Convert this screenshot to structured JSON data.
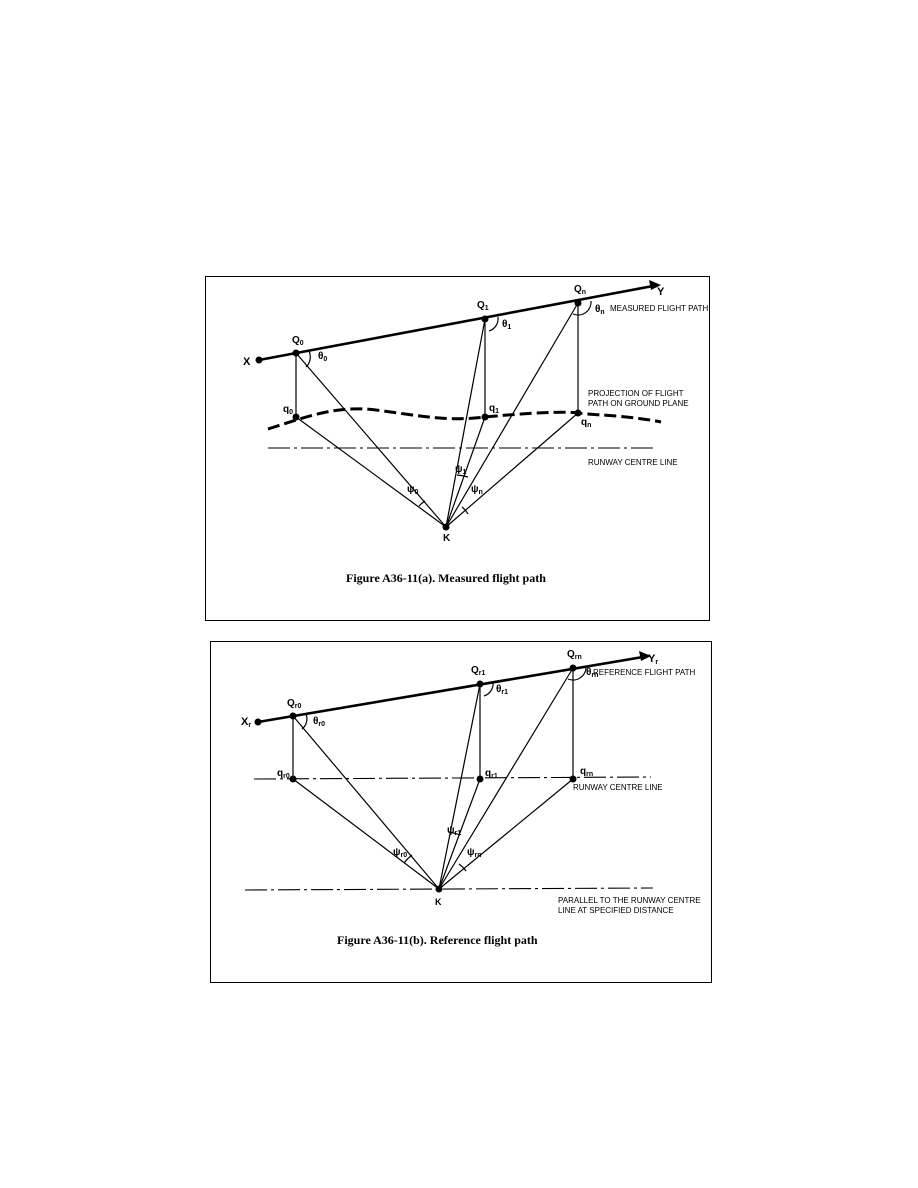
{
  "figure_a": {
    "caption": "Figure A36-11(a).  Measured flight path",
    "points": {
      "X": "X",
      "Y": "Y",
      "K": "K",
      "Q0": {
        "main": "Q",
        "sub": "0"
      },
      "Q1": {
        "main": "Q",
        "sub": "1"
      },
      "Qn": {
        "main": "Q",
        "sub": "n"
      },
      "q0": {
        "main": "q",
        "sub": "0"
      },
      "q1": {
        "main": "q",
        "sub": "1"
      },
      "qn": {
        "main": "q",
        "sub": "n"
      }
    },
    "angles": {
      "theta0": {
        "main": "θ",
        "sub": "0"
      },
      "theta1": {
        "main": "θ",
        "sub": "1"
      },
      "thetan": {
        "main": "θ",
        "sub": "n"
      },
      "psi0": {
        "main": "ψ",
        "sub": "0"
      },
      "psi1": {
        "main": "ψ",
        "sub": "1"
      },
      "psin": {
        "main": "ψ",
        "sub": "n"
      }
    },
    "notes": {
      "flight_path": "MEASURED FLIGHT PATH",
      "projection_line1": "PROJECTION OF FLIGHT",
      "projection_line2": "PATH ON GROUND PLANE",
      "runway": "RUNWAY CENTRE LINE"
    }
  },
  "figure_b": {
    "caption": "Figure A36-11(b).  Reference flight path",
    "points": {
      "X": {
        "main": "X",
        "sub": "r"
      },
      "Y": {
        "main": "Y",
        "sub": "r"
      },
      "K": "K",
      "Qr0": {
        "main": "Q",
        "sub": "r0"
      },
      "Qr1": {
        "main": "Q",
        "sub": "r1"
      },
      "Qrn": {
        "main": "Q",
        "sub": "rn"
      },
      "qr0": {
        "main": "q",
        "sub": "r0"
      },
      "qr1": {
        "main": "q",
        "sub": "r1"
      },
      "qrn": {
        "main": "q",
        "sub": "rn"
      }
    },
    "angles": {
      "thetar0": {
        "main": "θ",
        "sub": "r0"
      },
      "thetar1": {
        "main": "θ",
        "sub": "r1"
      },
      "thetarn": {
        "main": "θ",
        "sub": "rn"
      },
      "psir0": {
        "main": "ψ",
        "sub": "r0"
      },
      "psir1": {
        "main": "ψ",
        "sub": "r1"
      },
      "psirn": {
        "main": "ψ",
        "sub": "rn"
      }
    },
    "notes": {
      "flight_path": "REFERENCE FLIGHT PATH",
      "runway": "RUNWAY CENTRE LINE",
      "parallel_line1": "PARALLEL TO THE RUNWAY CENTRE",
      "parallel_line2": "LINE AT SPECIFIED DISTANCE"
    }
  }
}
